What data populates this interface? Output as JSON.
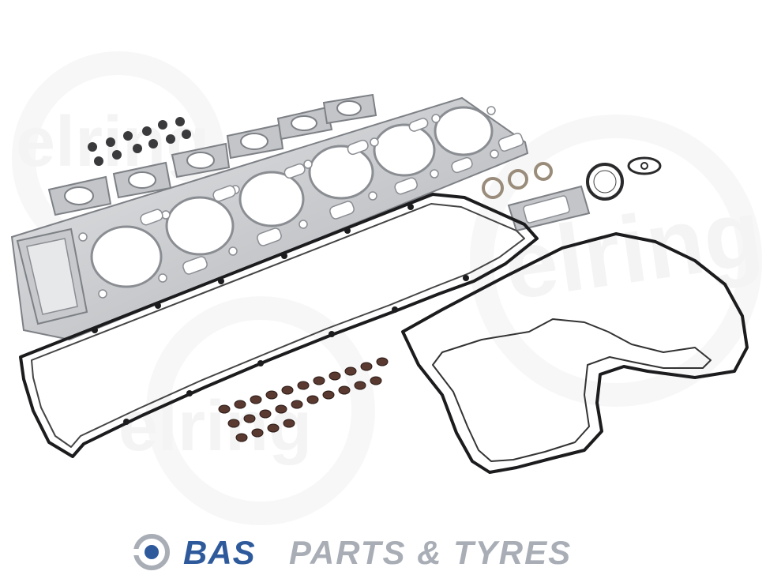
{
  "watermark": {
    "text_1": "elring",
    "text_2": "elring",
    "text_3": "elring"
  },
  "logo": {
    "primary": "BAS",
    "secondary": "PARTS & TYRES"
  },
  "colors": {
    "metal_light": "#d9dadc",
    "metal_mid": "#b8babd",
    "metal_dark": "#7d8085",
    "rubber": "#1c1c1e",
    "seal_brown": "#5a3a30",
    "bolt": "#3a3a3c",
    "watermark": "#f1f1f2",
    "brand_blue": "#2e5a9c",
    "brand_grey": "#a9aeb6"
  },
  "icons": [
    "gasket-set-photo",
    "bas-logo-icon"
  ]
}
